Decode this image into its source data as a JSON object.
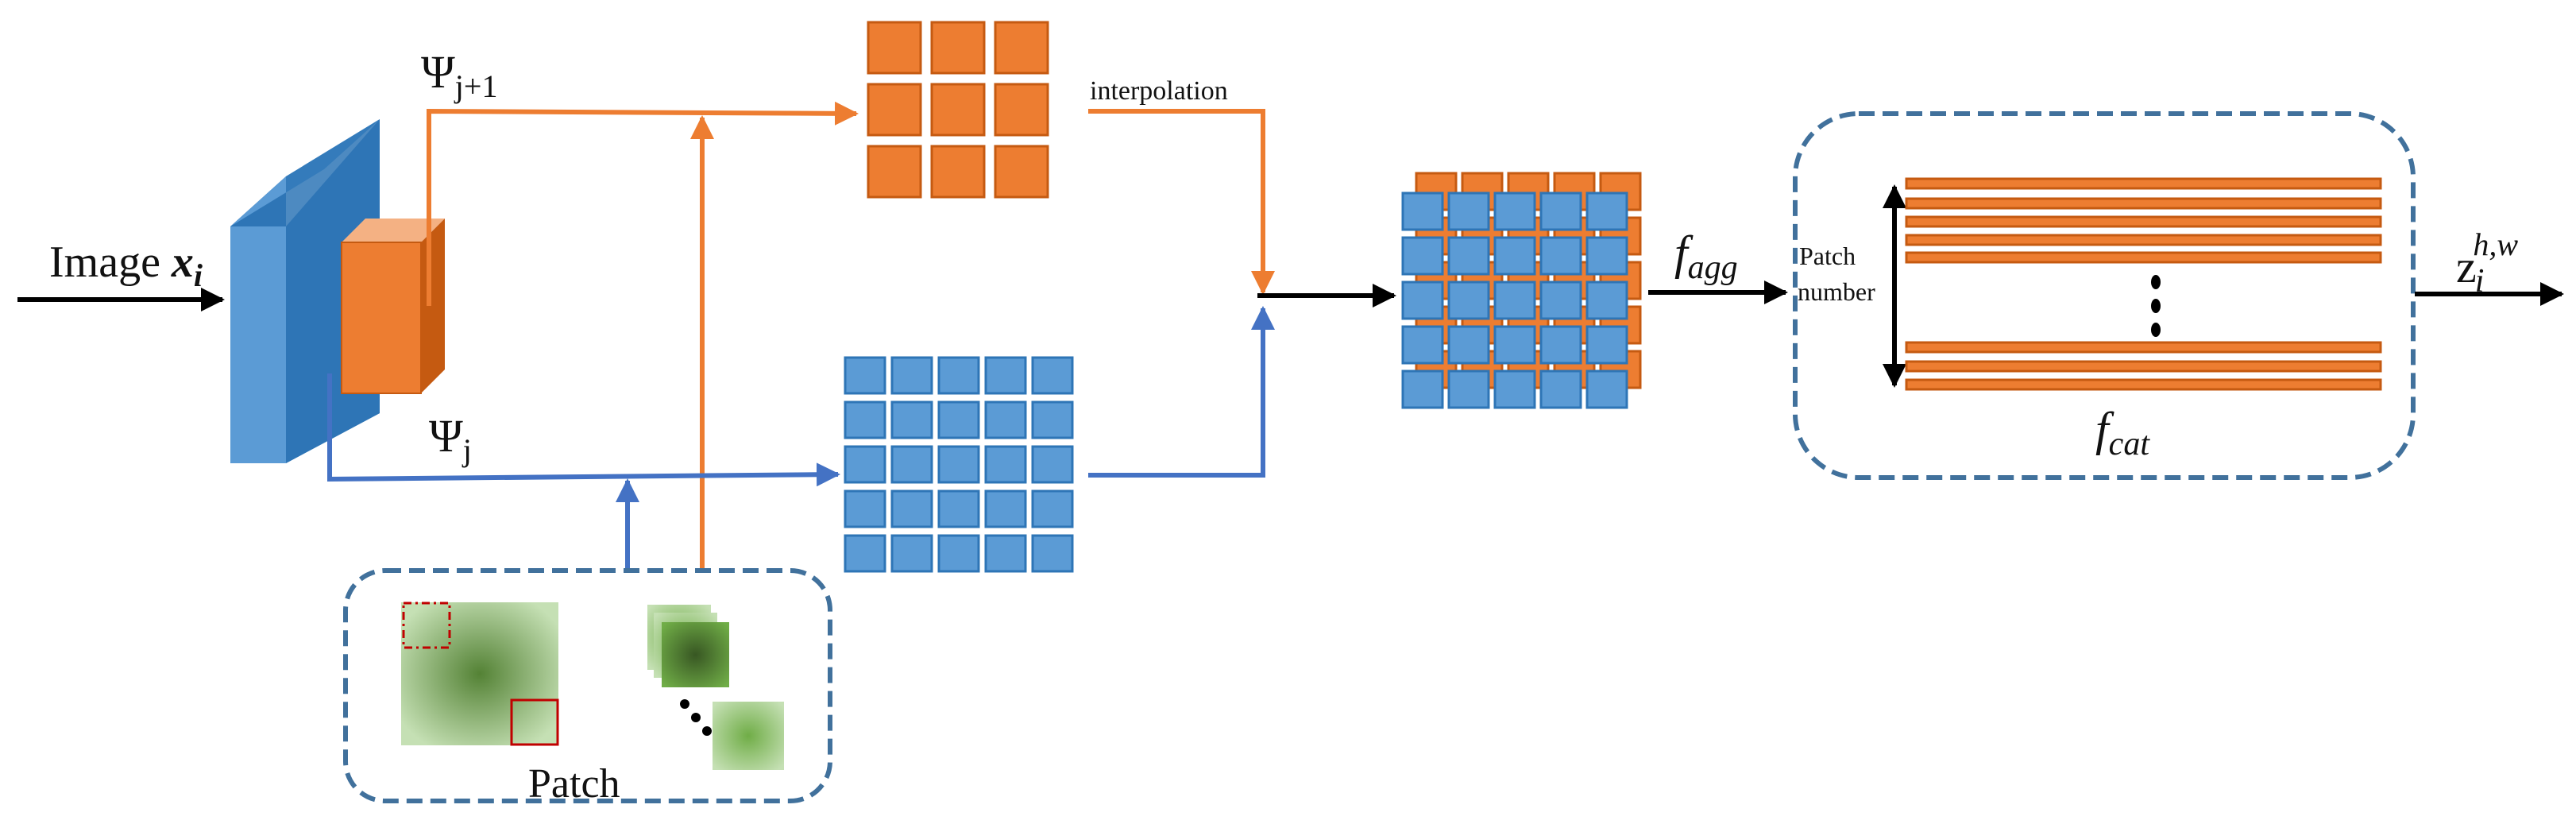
{
  "labels": {
    "image_word": "Image",
    "image_var": "x",
    "image_var_sub": "i",
    "psi_symbol": "Ψ",
    "psi_top_sub": "j+1",
    "psi_bottom_sub": "j",
    "interpolation": "interpolation",
    "f_agg_base": "f",
    "f_agg_sub": "agg",
    "patch_number_line1": "Patch",
    "patch_number_line2": "number",
    "vertical_dots": "⋮",
    "f_cat_base": "f",
    "f_cat_sub": "cat",
    "output_base": "z",
    "output_sub": "i",
    "output_sup": "h,w",
    "patch_label": "Patch",
    "diagonal_dots": "⋱"
  },
  "colors": {
    "orange": "#ED7D31",
    "orange_dark": "#C55A11",
    "blue": "#5B9BD5",
    "blue_dark": "#2E75B6",
    "blue_arrow": "#4472C4",
    "dash_border": "#41719C",
    "green_light": "#A9D18E",
    "green_dark": "#548235",
    "patch_red": "#C00000"
  }
}
